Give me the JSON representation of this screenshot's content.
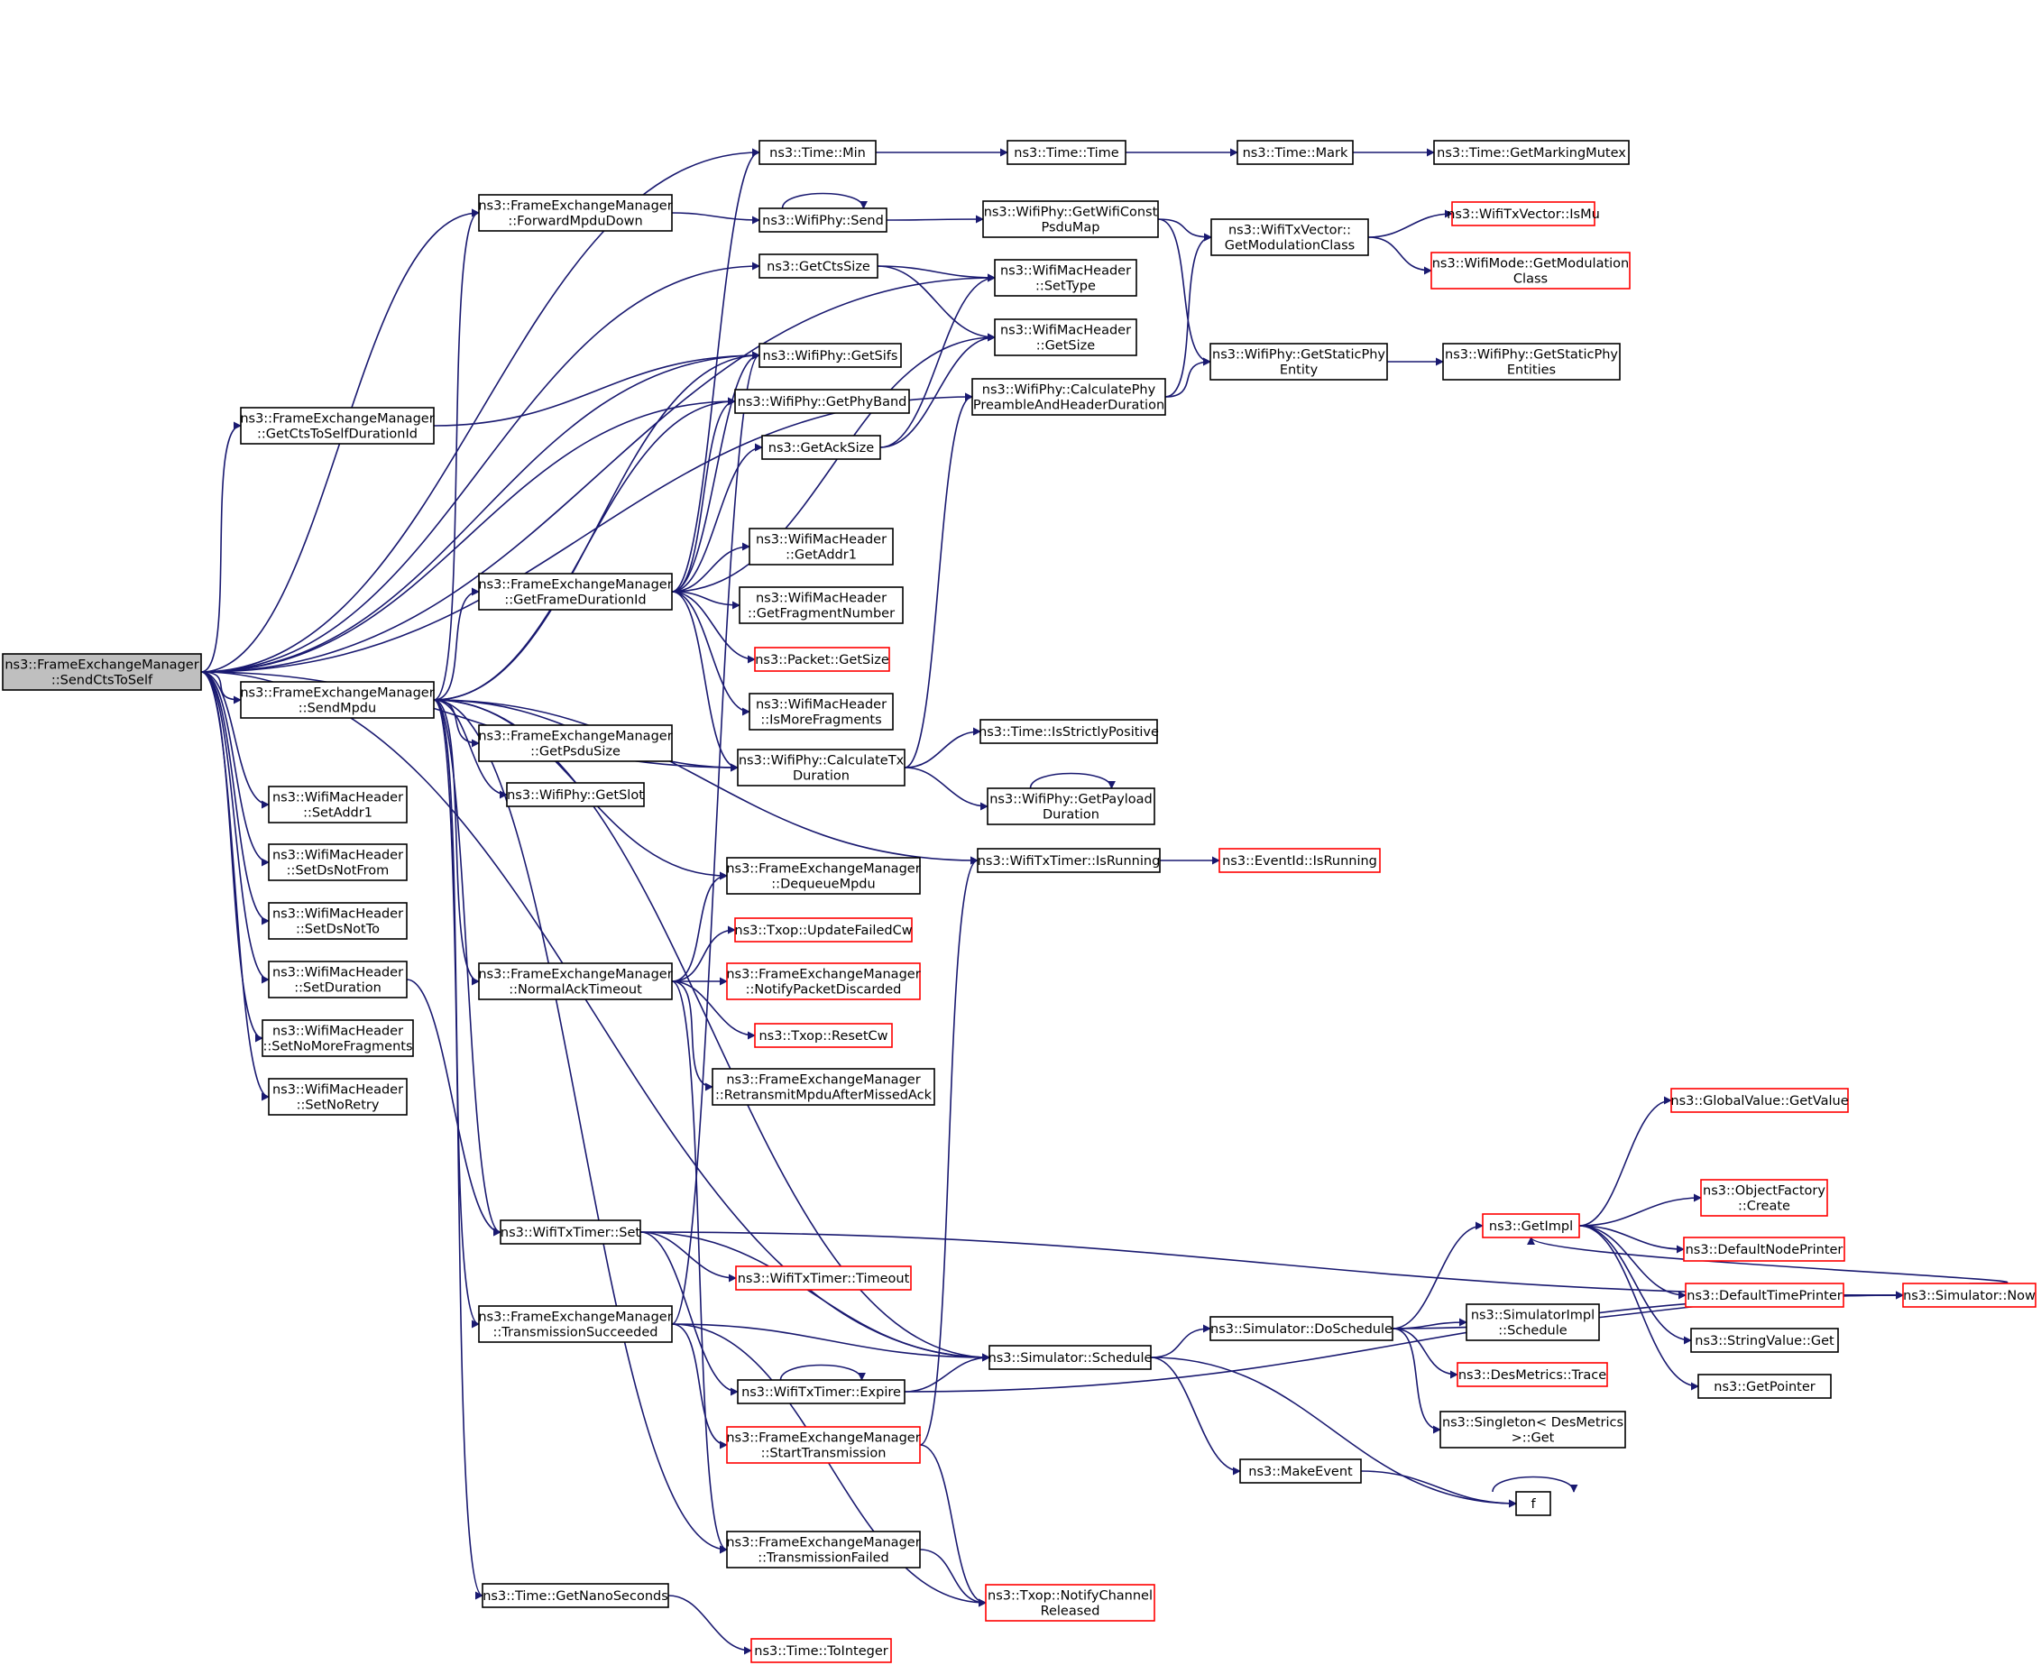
{
  "colors": {
    "edge": "#191970",
    "node_border": "#000000",
    "truncated_border": "#ff0000",
    "root_fill": "#bfbfbf",
    "node_fill": "#ffffff"
  },
  "nodes": [
    {
      "id": "root",
      "lines": [
        "ns3::FrameExchangeManager",
        "::SendCtsToSelf"
      ],
      "root": true
    },
    {
      "id": "min",
      "lines": [
        "ns3::Time::Min"
      ]
    },
    {
      "id": "time",
      "lines": [
        "ns3::Time::Time"
      ]
    },
    {
      "id": "mark",
      "lines": [
        "ns3::Time::Mark"
      ]
    },
    {
      "id": "mutex",
      "lines": [
        "ns3::Time::GetMarkingMutex"
      ]
    },
    {
      "id": "fwd",
      "lines": [
        "ns3::FrameExchangeManager",
        "::ForwardMpduDown"
      ]
    },
    {
      "id": "send",
      "lines": [
        "ns3::WifiPhy::Send"
      ]
    },
    {
      "id": "psdumap",
      "lines": [
        "ns3::WifiPhy::GetWifiConst",
        "PsduMap"
      ]
    },
    {
      "id": "modclass",
      "lines": [
        "ns3::WifiTxVector::",
        "GetModulationClass"
      ]
    },
    {
      "id": "ismu",
      "lines": [
        "ns3::WifiTxVector::IsMu"
      ],
      "truncated": true
    },
    {
      "id": "wmodclass",
      "lines": [
        "ns3::WifiMode::GetModulation",
        "Class"
      ],
      "truncated": true
    },
    {
      "id": "ctssize",
      "lines": [
        "ns3::GetCtsSize"
      ]
    },
    {
      "id": "settype",
      "lines": [
        "ns3::WifiMacHeader",
        "::SetType"
      ]
    },
    {
      "id": "hgetsize",
      "lines": [
        "ns3::WifiMacHeader",
        "::GetSize"
      ]
    },
    {
      "id": "staticphy",
      "lines": [
        "ns3::WifiPhy::GetStaticPhy",
        "Entity"
      ]
    },
    {
      "id": "staticphies",
      "lines": [
        "ns3::WifiPhy::GetStaticPhy",
        "Entities"
      ]
    },
    {
      "id": "sifs",
      "lines": [
        "ns3::WifiPhy::GetSifs"
      ]
    },
    {
      "id": "calcpre",
      "lines": [
        "ns3::WifiPhy::CalculatePhy",
        "PreambleAndHeaderDuration"
      ]
    },
    {
      "id": "ctsdur",
      "lines": [
        "ns3::FrameExchangeManager",
        "::GetCtsToSelfDurationId"
      ]
    },
    {
      "id": "phyband",
      "lines": [
        "ns3::WifiPhy::GetPhyBand"
      ]
    },
    {
      "id": "acksize",
      "lines": [
        "ns3::GetAckSize"
      ]
    },
    {
      "id": "addr1",
      "lines": [
        "ns3::WifiMacHeader",
        "::GetAddr1"
      ]
    },
    {
      "id": "framedur",
      "lines": [
        "ns3::FrameExchangeManager",
        "::GetFrameDurationId"
      ]
    },
    {
      "id": "fragnum",
      "lines": [
        "ns3::WifiMacHeader",
        "::GetFragmentNumber"
      ]
    },
    {
      "id": "pktsize",
      "lines": [
        "ns3::Packet::GetSize"
      ],
      "truncated": true
    },
    {
      "id": "morefrag",
      "lines": [
        "ns3::WifiMacHeader",
        "::IsMoreFragments"
      ]
    },
    {
      "id": "sendmpdu",
      "lines": [
        "ns3::FrameExchangeManager",
        "::SendMpdu"
      ]
    },
    {
      "id": "psdusize",
      "lines": [
        "ns3::FrameExchangeManager",
        "::GetPsduSize"
      ]
    },
    {
      "id": "calctx",
      "lines": [
        "ns3::WifiPhy::CalculateTx",
        "Duration"
      ]
    },
    {
      "id": "strictpos",
      "lines": [
        "ns3::Time::IsStrictlyPositive"
      ]
    },
    {
      "id": "payload",
      "lines": [
        "ns3::WifiPhy::GetPayload",
        "Duration"
      ]
    },
    {
      "id": "getslot",
      "lines": [
        "ns3::WifiPhy::GetSlot"
      ]
    },
    {
      "id": "setaddr1",
      "lines": [
        "ns3::WifiMacHeader",
        "::SetAddr1"
      ]
    },
    {
      "id": "setdsnotfrom",
      "lines": [
        "ns3::WifiMacHeader",
        "::SetDsNotFrom"
      ]
    },
    {
      "id": "setdsnotto",
      "lines": [
        "ns3::WifiMacHeader",
        "::SetDsNotTo"
      ]
    },
    {
      "id": "setdur",
      "lines": [
        "ns3::WifiMacHeader",
        "::SetDuration"
      ]
    },
    {
      "id": "setnomore",
      "lines": [
        "ns3::WifiMacHeader",
        "::SetNoMoreFragments"
      ]
    },
    {
      "id": "setnoretry",
      "lines": [
        "ns3::WifiMacHeader",
        "::SetNoRetry"
      ]
    },
    {
      "id": "txrunning",
      "lines": [
        "ns3::WifiTxTimer::IsRunning"
      ]
    },
    {
      "id": "evrunning",
      "lines": [
        "ns3::EventId::IsRunning"
      ],
      "truncated": true
    },
    {
      "id": "dequeue",
      "lines": [
        "ns3::FrameExchangeManager",
        "::DequeueMpdu"
      ]
    },
    {
      "id": "updfail",
      "lines": [
        "ns3::Txop::UpdateFailedCw"
      ],
      "truncated": true
    },
    {
      "id": "normack",
      "lines": [
        "ns3::FrameExchangeManager",
        "::NormalAckTimeout"
      ]
    },
    {
      "id": "notifydisc",
      "lines": [
        "ns3::FrameExchangeManager",
        "::NotifyPacketDiscarded"
      ],
      "truncated": true
    },
    {
      "id": "resetcw",
      "lines": [
        "ns3::Txop::ResetCw"
      ],
      "truncated": true
    },
    {
      "id": "retransmit",
      "lines": [
        "ns3::FrameExchangeManager",
        "::RetransmitMpduAfterMissedAck"
      ]
    },
    {
      "id": "globalval",
      "lines": [
        "ns3::GlobalValue::GetValue"
      ],
      "truncated": true
    },
    {
      "id": "getimpl",
      "lines": [
        "ns3::GetImpl"
      ],
      "truncated": true
    },
    {
      "id": "objfactory",
      "lines": [
        "ns3::ObjectFactory",
        "::Create"
      ],
      "truncated": true
    },
    {
      "id": "nodeprinter",
      "lines": [
        "ns3::DefaultNodePrinter"
      ],
      "truncated": true
    },
    {
      "id": "timeprinter",
      "lines": [
        "ns3::DefaultTimePrinter"
      ],
      "truncated": true
    },
    {
      "id": "now",
      "lines": [
        "ns3::Simulator::Now"
      ],
      "truncated": true
    },
    {
      "id": "strget",
      "lines": [
        "ns3::StringValue::Get"
      ]
    },
    {
      "id": "getpointer",
      "lines": [
        "ns3::GetPointer"
      ]
    },
    {
      "id": "timerset",
      "lines": [
        "ns3::WifiTxTimer::Set"
      ]
    },
    {
      "id": "timeout",
      "lines": [
        "ns3::WifiTxTimer::Timeout"
      ],
      "truncated": true
    },
    {
      "id": "txsucc",
      "lines": [
        "ns3::FrameExchangeManager",
        "::TransmissionSucceeded"
      ]
    },
    {
      "id": "doschedule",
      "lines": [
        "ns3::Simulator::DoSchedule"
      ]
    },
    {
      "id": "implsched",
      "lines": [
        "ns3::SimulatorImpl",
        "::Schedule"
      ]
    },
    {
      "id": "schedule",
      "lines": [
        "ns3::Simulator::Schedule"
      ]
    },
    {
      "id": "expire",
      "lines": [
        "ns3::WifiTxTimer::Expire"
      ]
    },
    {
      "id": "trace",
      "lines": [
        "ns3::DesMetrics::Trace"
      ],
      "truncated": true
    },
    {
      "id": "singleton",
      "lines": [
        "ns3::Singleton< DesMetrics",
        ">::Get"
      ]
    },
    {
      "id": "starttx",
      "lines": [
        "ns3::FrameExchangeManager",
        "::StartTransmission"
      ],
      "truncated": true
    },
    {
      "id": "makeevent",
      "lines": [
        "ns3::MakeEvent"
      ]
    },
    {
      "id": "f",
      "lines": [
        "f"
      ]
    },
    {
      "id": "txfail",
      "lines": [
        "ns3::FrameExchangeManager",
        "::TransmissionFailed"
      ]
    },
    {
      "id": "chanrel",
      "lines": [
        "ns3::Txop::NotifyChannel",
        "Released"
      ],
      "truncated": true
    },
    {
      "id": "nanos",
      "lines": [
        "ns3::Time::GetNanoSeconds"
      ]
    },
    {
      "id": "toint",
      "lines": [
        "ns3::Time::ToInteger"
      ],
      "truncated": true
    }
  ]
}
